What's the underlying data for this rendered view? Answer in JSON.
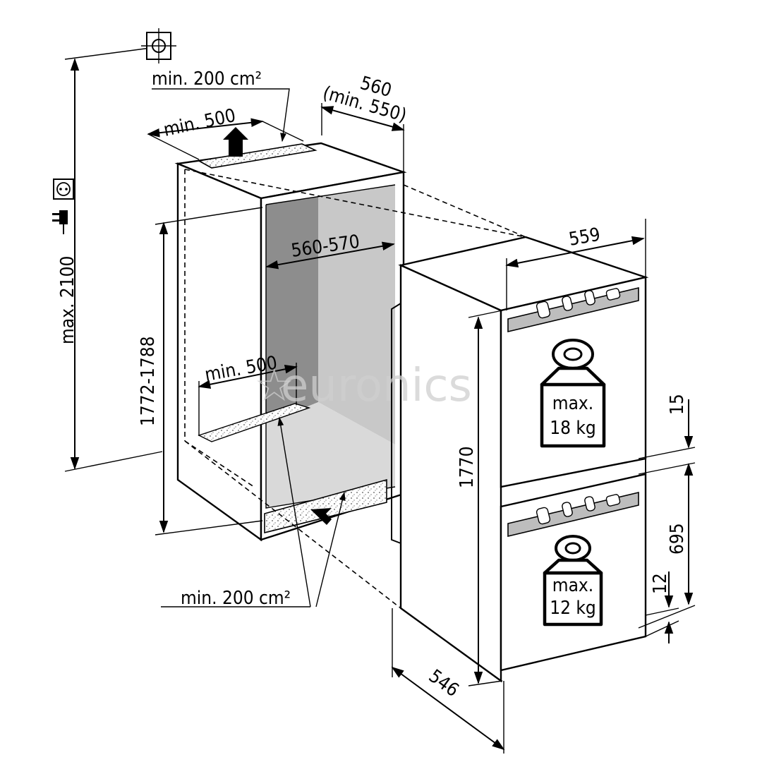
{
  "dimensions": {
    "vent_top_area": "min. 200 cm²",
    "vent_top_width": "min. 500",
    "niche_depth": "560",
    "niche_depth_min": "(min. 550)",
    "max_height": "max. 2100",
    "niche_height": "1772-1788",
    "niche_width": "560-570",
    "vent_bottom_width": "min. 500",
    "vent_bottom_area": "min. 200 cm²",
    "appliance_width": "559",
    "appliance_height": "1770",
    "appliance_depth": "546",
    "door_gap": "15",
    "lower_door": "695",
    "bottom_gap": "12"
  },
  "weights": {
    "upper": {
      "line1": "max.",
      "line2": "18 kg"
    },
    "lower": {
      "line1": "max.",
      "line2": "12 kg"
    }
  },
  "watermark": "euronics",
  "icons": [
    "water-connection-icon",
    "power-socket-icon",
    "power-plug-icon"
  ]
}
